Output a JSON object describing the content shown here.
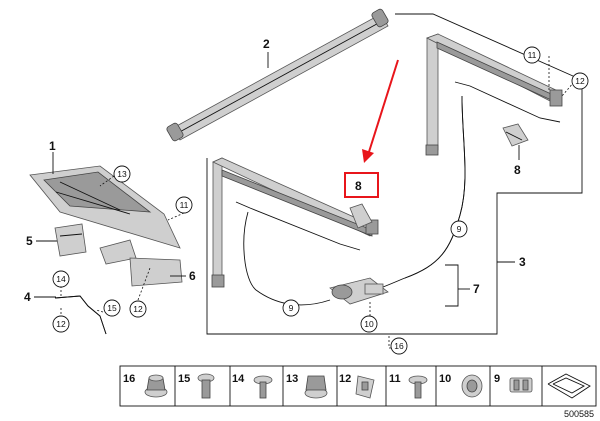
{
  "diagram": {
    "part_number": "500585",
    "assembly_labels": {
      "label_1": "1",
      "label_2": "2",
      "label_3": "3",
      "label_4": "4",
      "label_5": "5",
      "label_6": "6",
      "label_7": "7",
      "label_8_right": "8",
      "label_8_highlight": "8"
    },
    "circled_labels": {
      "c11_top": "11",
      "c12_top": "12",
      "c13": "13",
      "c11_left": "11",
      "c12_left": "12",
      "c14": "14",
      "c12_bottom": "12",
      "c15": "15",
      "c9_right": "9",
      "c9_left": "9",
      "c10": "10",
      "c16": "16"
    },
    "strip_items": [
      "16",
      "15",
      "14",
      "13",
      "12",
      "11",
      "10",
      "9"
    ],
    "colors": {
      "highlight": "#e8151b",
      "line": "#111111",
      "part_fill": "#cfcfcf"
    }
  }
}
